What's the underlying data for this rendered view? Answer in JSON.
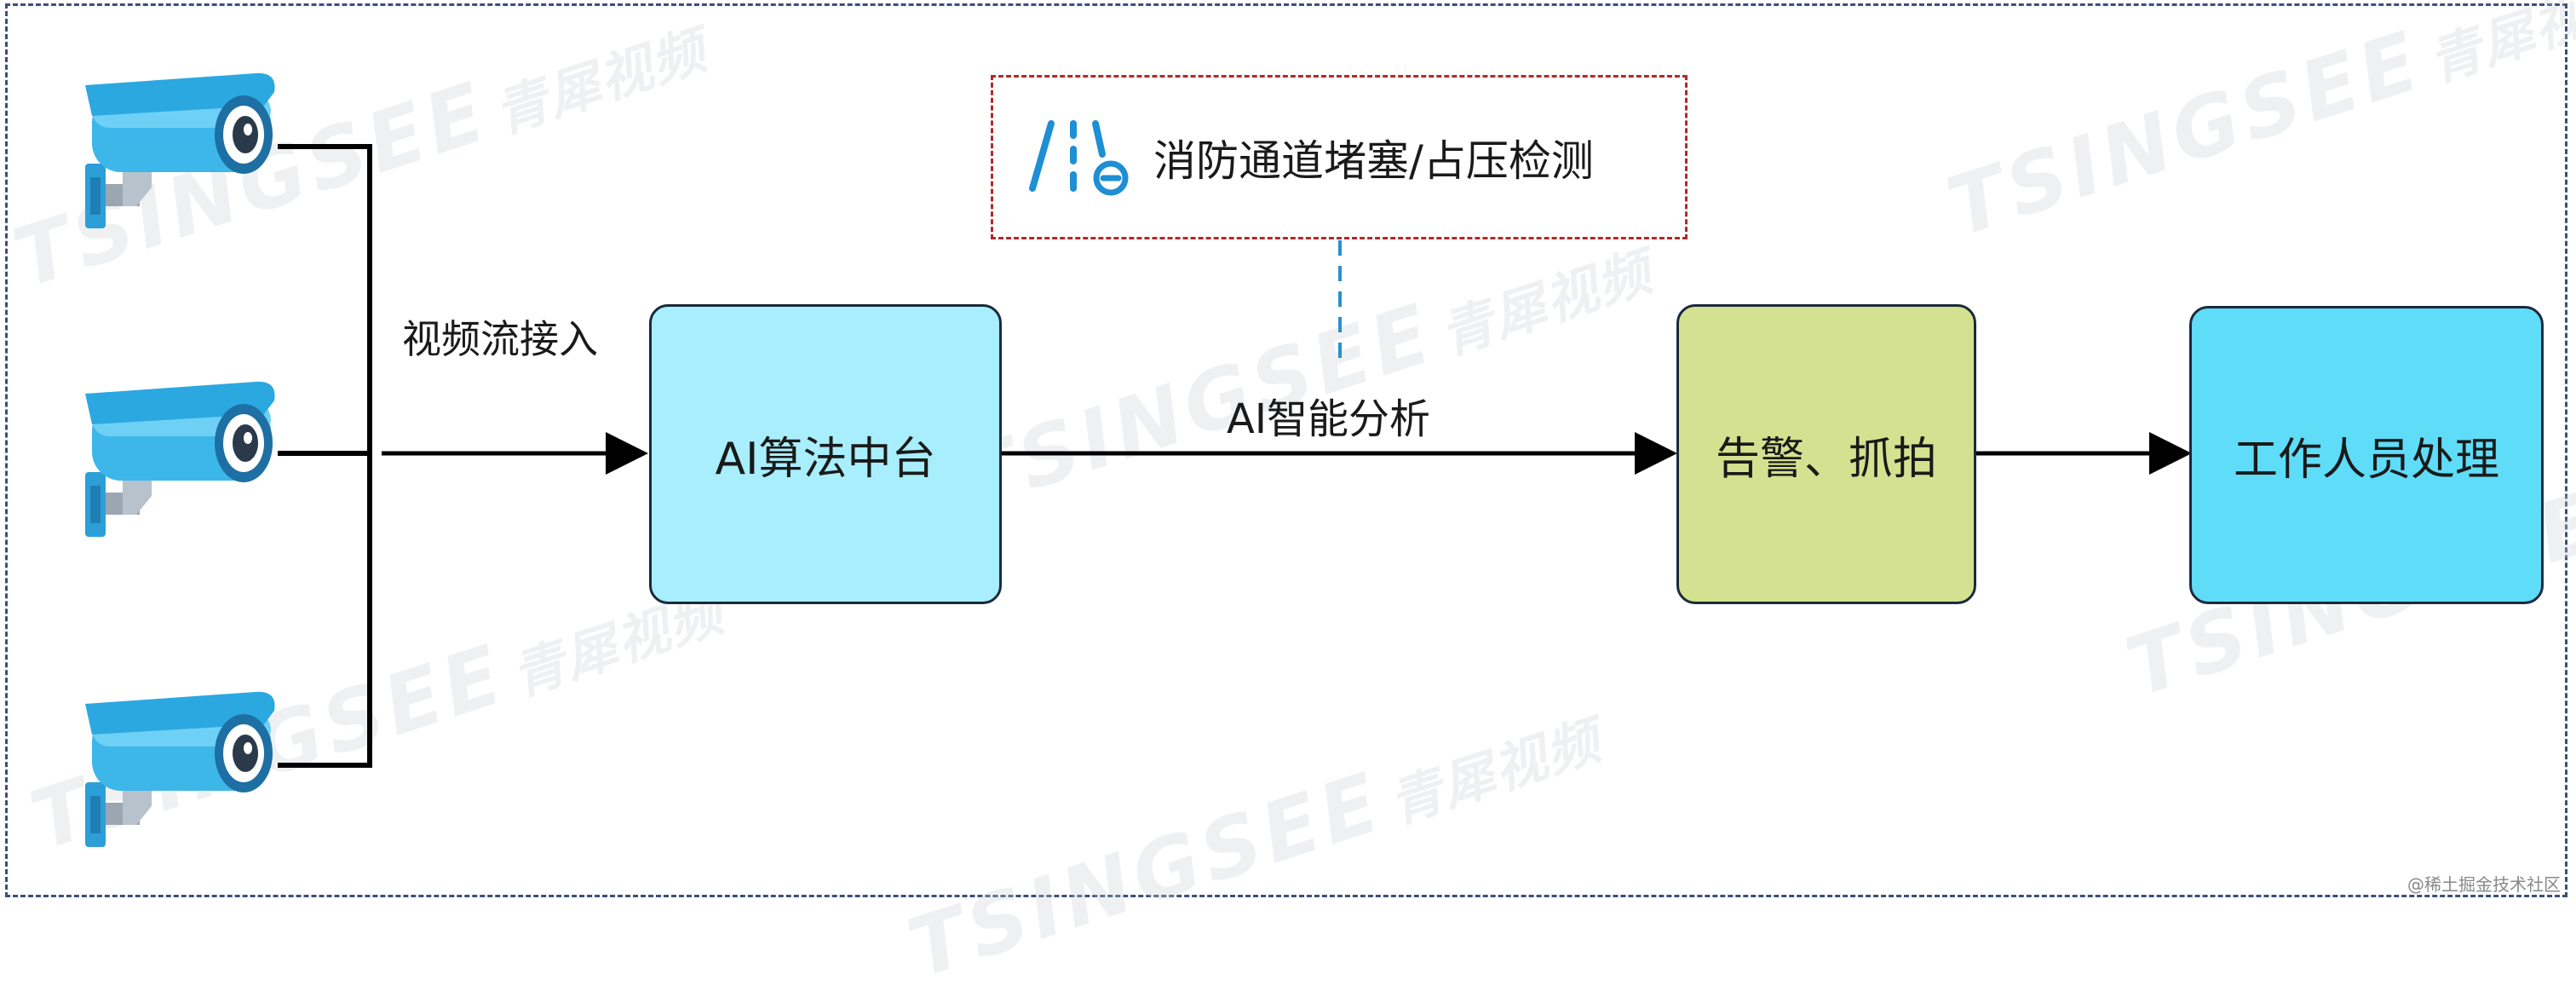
{
  "labels": {
    "stream_input": "视频流接入",
    "ai_analysis": "AI智能分析",
    "detection": "消防通道堵塞/占压检测"
  },
  "nodes": {
    "ai_platform": "AI算法中台",
    "alarm_snapshot": "告警、抓拍",
    "staff_handling": "工作人员处理"
  },
  "watermark": {
    "brand": "TSINGSEE",
    "brand_cn": "青犀视频"
  },
  "credit": "@稀土掘金技术社区",
  "colors": {
    "ai_platform_fill": "#a8eefc",
    "alarm_fill": "#d4e190",
    "staff_fill": "#5fdcf8",
    "camera_blue": "#3db6ea",
    "detect_icon": "#1e8fd4"
  }
}
